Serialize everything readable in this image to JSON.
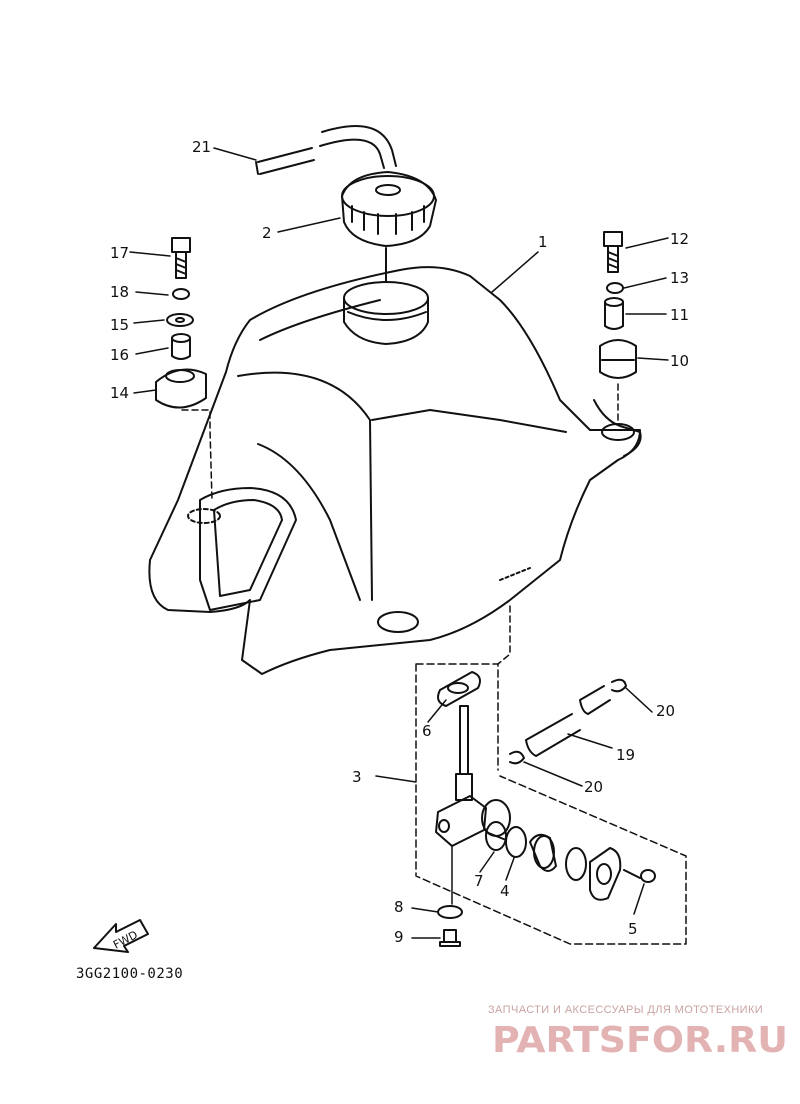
{
  "diagram": {
    "callouts": [
      "1",
      "2",
      "3",
      "4",
      "5",
      "6",
      "7",
      "8",
      "9",
      "10",
      "11",
      "12",
      "13",
      "14",
      "15",
      "16",
      "17",
      "18",
      "19",
      "20",
      "20",
      "21"
    ],
    "fwd_label": "FWD",
    "part_code": "3GG2100-0230"
  },
  "watermark": {
    "tagline": "ЗАПЧАСТИ И АКСЕССУАРЫ ДЛЯ МОТОТЕХНИКИ",
    "brand": "PARTSFOR.RU",
    "color": "#e3b2b2"
  }
}
